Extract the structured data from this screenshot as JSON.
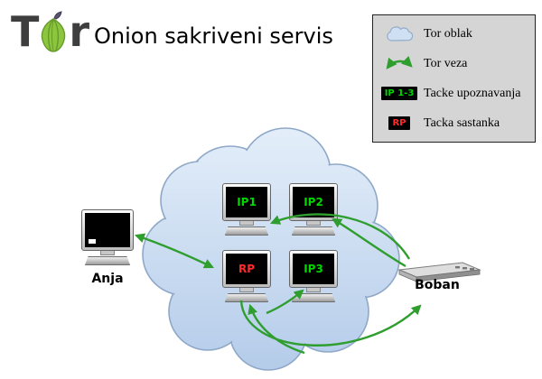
{
  "title": "Onion sakriveni servis",
  "logo": {
    "left_letter": "T",
    "onion_icon": "onion-icon",
    "right_letter": "r"
  },
  "legend": {
    "items": [
      {
        "icon": "tor-cloud-icon",
        "label": "Tor oblak"
      },
      {
        "icon": "tor-link-arrow-icon",
        "label": "Tor veza"
      },
      {
        "icon": "intro-points-badge",
        "badge": "IP 1-3",
        "label": "Tacke upoznavanja"
      },
      {
        "icon": "rendezvous-badge",
        "badge": "RP",
        "label": "Tacka sastanka"
      }
    ]
  },
  "cloud_nodes": [
    {
      "id": "ip1",
      "label": "IP1",
      "role": "introduction-point",
      "text_color": "#00d800"
    },
    {
      "id": "ip2",
      "label": "IP2",
      "role": "introduction-point",
      "text_color": "#00d800"
    },
    {
      "id": "rp",
      "label": "RP",
      "role": "rendezvous-point",
      "text_color": "#ff2a2a"
    },
    {
      "id": "ip3",
      "label": "IP3",
      "role": "introduction-point",
      "text_color": "#00d800"
    }
  ],
  "endpoints": {
    "client": {
      "label": "Anja"
    },
    "service": {
      "label": "Boban"
    }
  },
  "colors": {
    "arrow_green": "#2f9e2f",
    "cloud_fill_top": "#e2edf9",
    "cloud_fill_bottom": "#b6cdea",
    "cloud_stroke": "#8fa8c8",
    "legend_bg": "#d5d5d5",
    "screen_bg": "#000000",
    "ip_text": "#00d800",
    "rp_text": "#ff2a2a",
    "logo_text": "#3e3e3e",
    "onion_green": "#8cc63e"
  }
}
